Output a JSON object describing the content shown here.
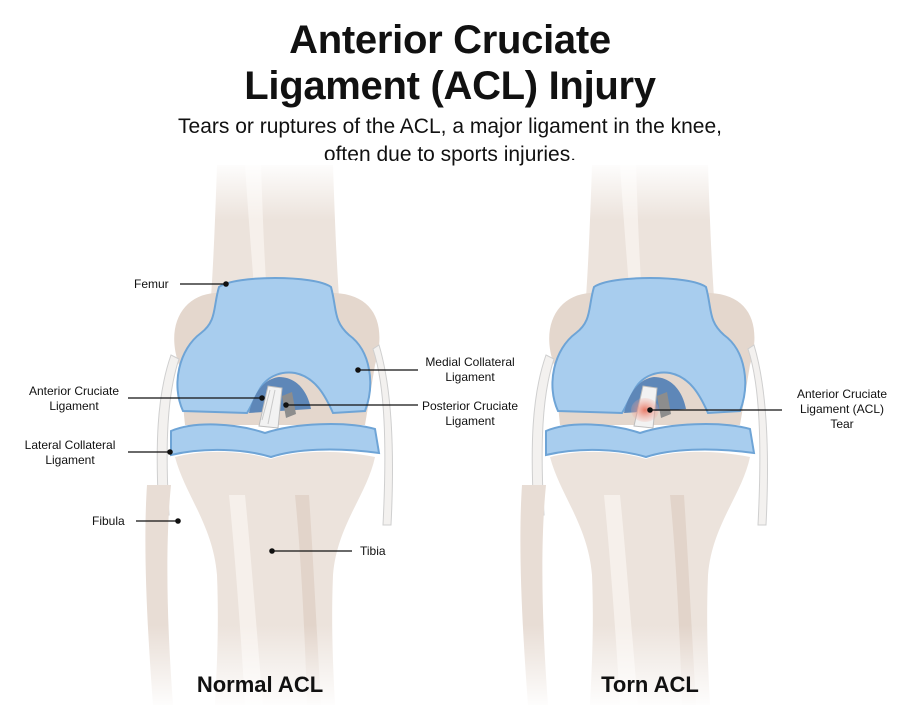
{
  "title": {
    "line1": "Anterior Cruciate",
    "line2": "Ligament (ACL) Injury"
  },
  "subtitle": {
    "line1": "Tears or ruptures of the ACL, a major ligament in the knee,",
    "line2": "often due to sports injuries."
  },
  "normal_knee": {
    "caption": "Normal ACL",
    "labels": {
      "femur": "Femur",
      "acl_line1": "Anterior Cruciate",
      "acl_line2": "Ligament",
      "lcl_line1": "Lateral Collateral",
      "lcl_line2": "Ligament",
      "fibula": "Fibula",
      "mcl_line1": "Medial Collateral",
      "mcl_line2": "Ligament",
      "pcl_line1": "Posterior Cruciate",
      "pcl_line2": "Ligament",
      "tibia": "Tibia"
    }
  },
  "torn_knee": {
    "caption": "Torn ACL",
    "labels": {
      "tear_line1": "Anterior Cruciate",
      "tear_line2": "Ligament (ACL)",
      "tear_line3": "Tear"
    }
  },
  "colors": {
    "bone": "#ece3dc",
    "bone_shadow": "#d9c9bd",
    "cartilage": "#a8cdee",
    "cartilage_outline": "#6ea4d6",
    "ligament": "#eeeeee",
    "tear": "#e7735f"
  }
}
